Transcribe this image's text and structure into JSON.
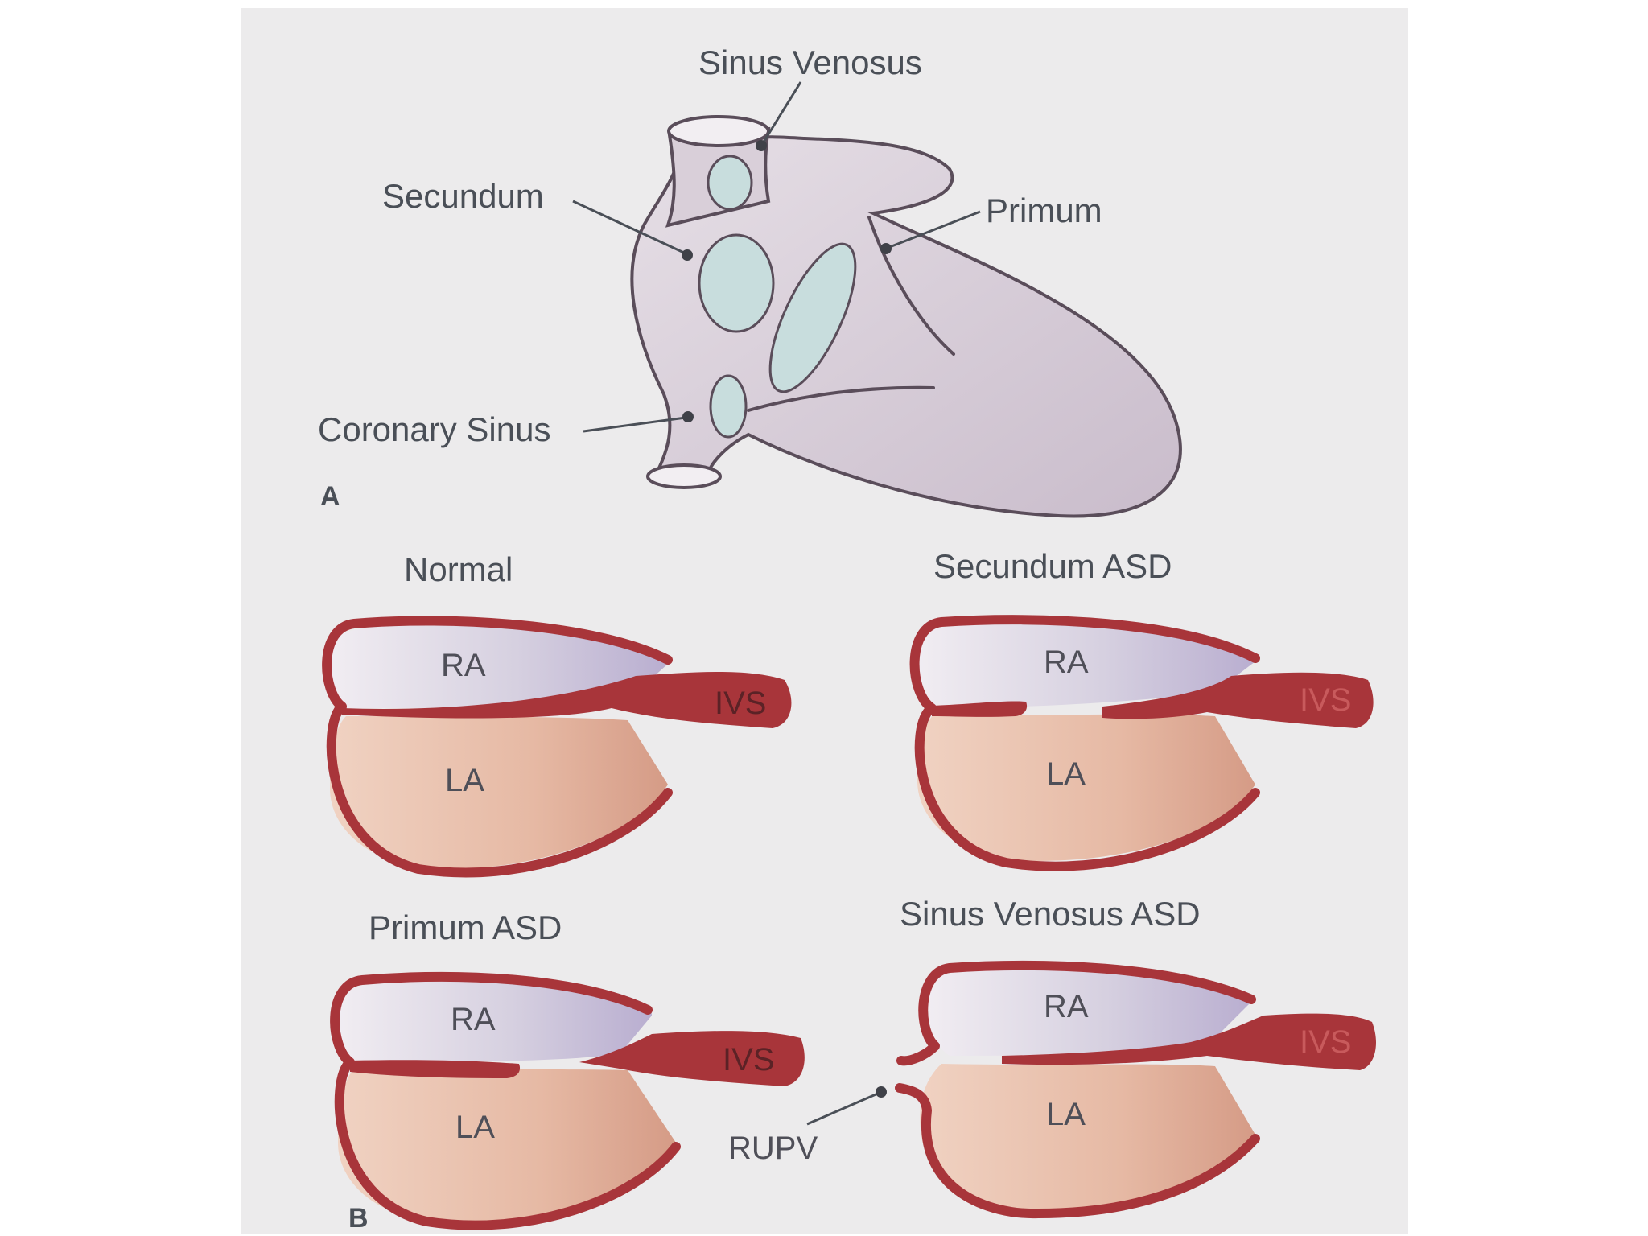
{
  "panel_a": {
    "letter": "A",
    "labels": {
      "sinus_venosus": "Sinus Venosus",
      "secundum": "Secundum",
      "primum": "Primum",
      "coronary_sinus": "Coronary Sinus"
    }
  },
  "panel_b": {
    "letter": "B",
    "diagrams": {
      "normal": {
        "title": "Normal",
        "ra": "RA",
        "la": "LA",
        "ivs": "IVS"
      },
      "secundum": {
        "title": "Secundum ASD",
        "ra": "RA",
        "la": "LA",
        "ivs": "IVS"
      },
      "primum": {
        "title": "Primum ASD",
        "ra": "RA",
        "la": "LA",
        "ivs": "IVS"
      },
      "sinus_venosus": {
        "title": "Sinus Venosus ASD",
        "ra": "RA",
        "la": "LA",
        "ivs": "IVS",
        "extra_label": "RUPV"
      }
    }
  },
  "colors": {
    "wall": "#a8353a",
    "ra_fill": "#c9c0d6",
    "la_fill": "#e7bca8",
    "heart_fill": "#d2c6d2",
    "defect_fill": "#c8dddd"
  }
}
